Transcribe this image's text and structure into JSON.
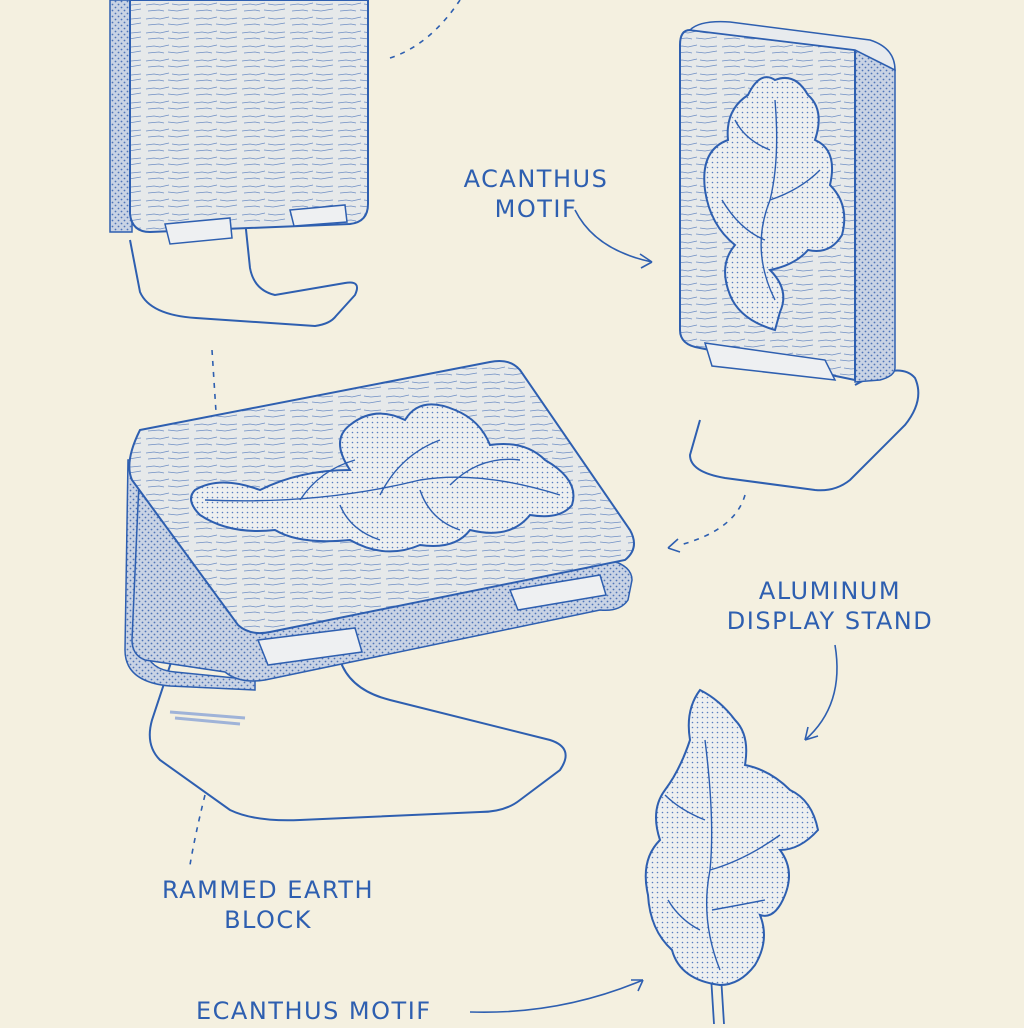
{
  "labels": {
    "acanthus_motif": {
      "line1": "ACANTHUS",
      "line2": "MOTIF"
    },
    "aluminum_stand": {
      "line1": "ALUMINUM",
      "line2": "DISPLAY STAND"
    },
    "rammed_earth": {
      "line1": "RAMMED EARTH",
      "line2": "BLOCK"
    },
    "bottom_motif": "ECANTHUS MOTIF"
  },
  "colors": {
    "paper": "#f4f0e0",
    "ink": "#2e5fb0",
    "block_fill": "#e4e8ec"
  }
}
